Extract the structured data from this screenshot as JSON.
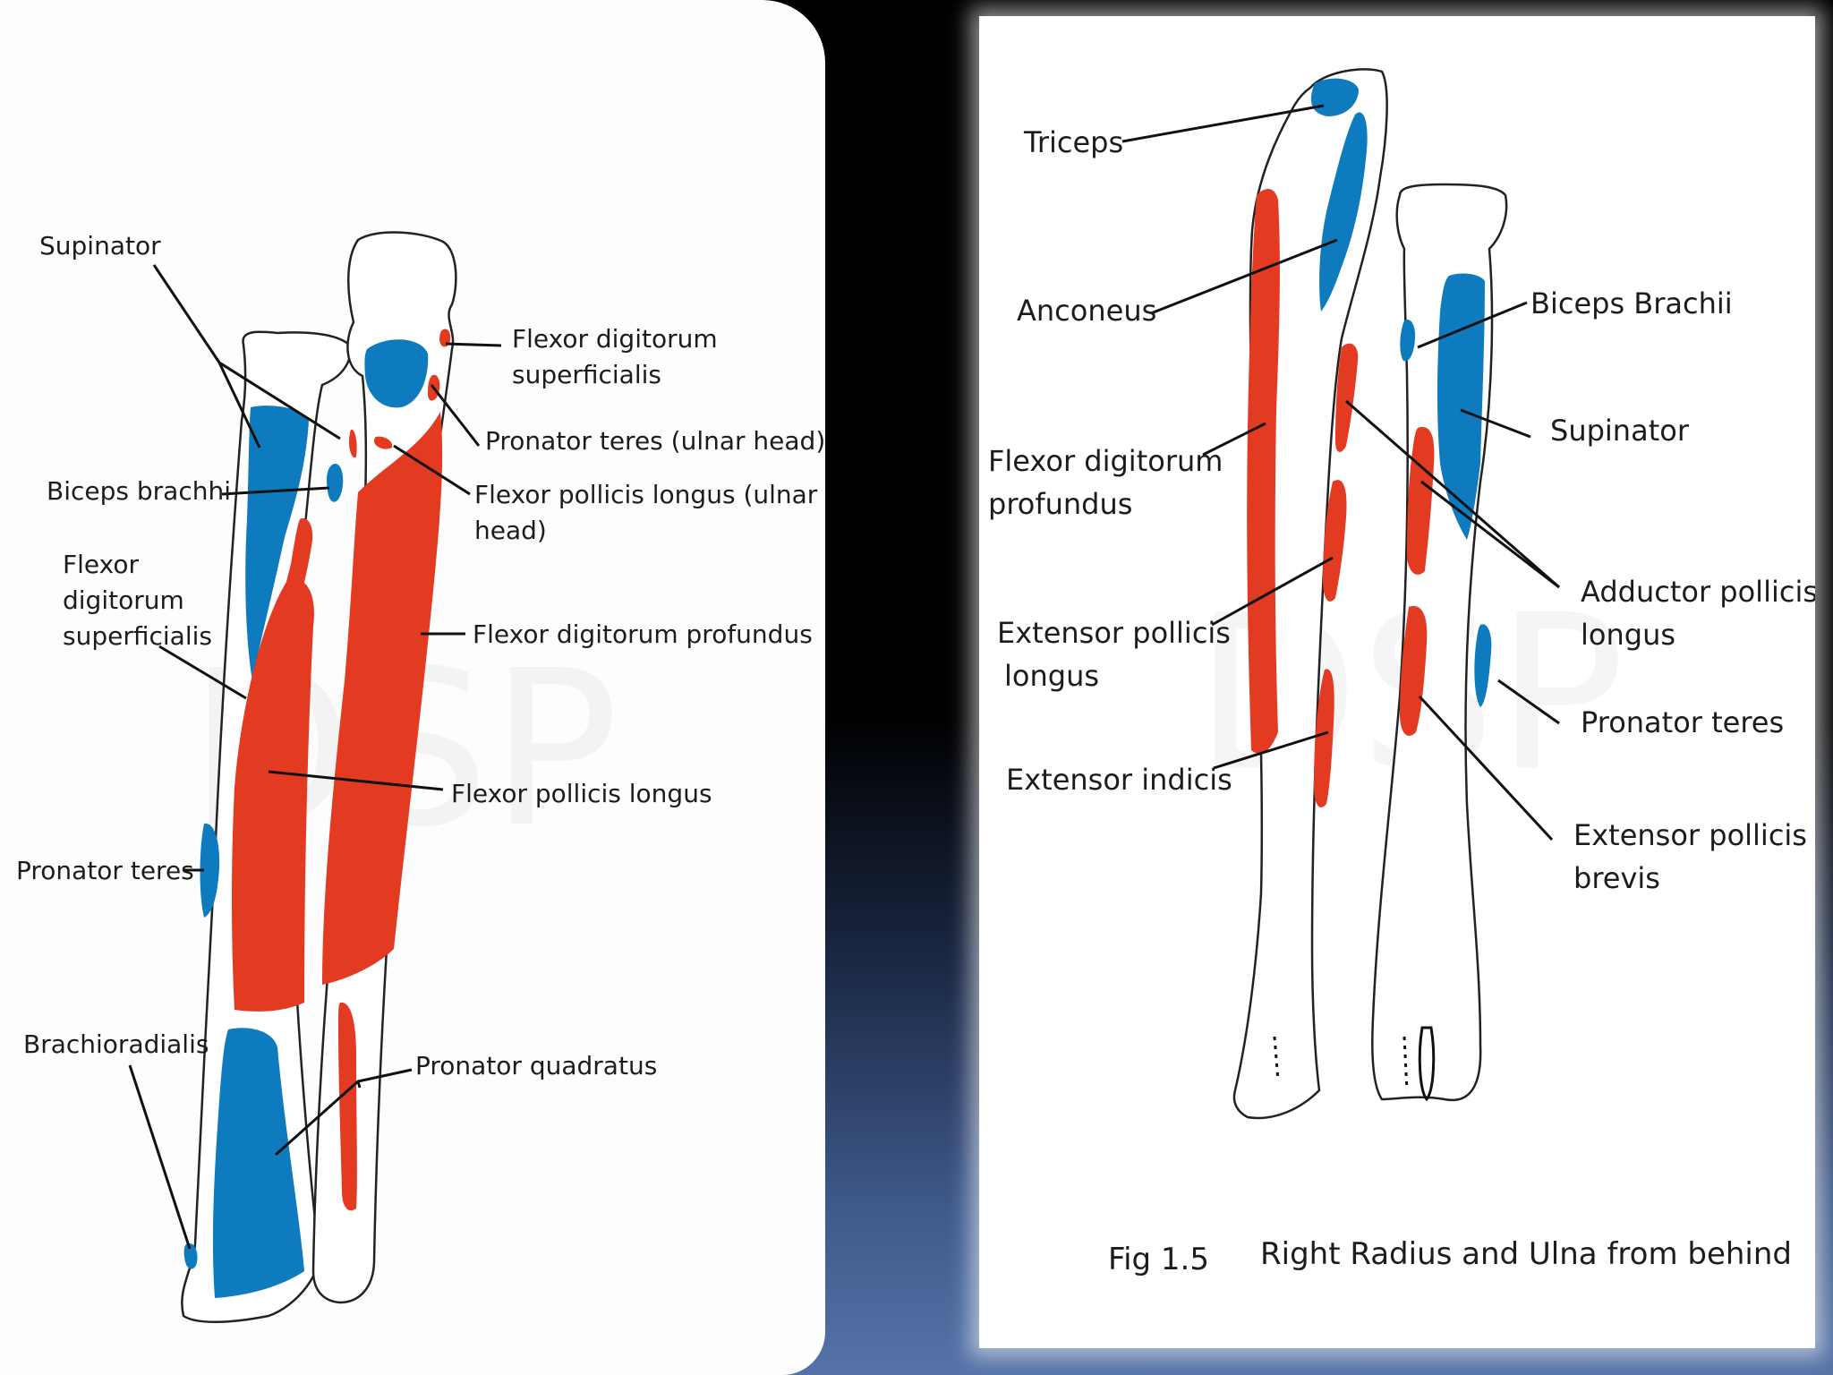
{
  "colors": {
    "muscle_origin": "#e33a22",
    "muscle_insertion": "#0d7bbd",
    "background": "#000000"
  },
  "left_figure": {
    "watermark": "DSP",
    "labels": {
      "supinator": "Supinator",
      "flexor_dig_sup_top_1": "Flexor digitorum",
      "flexor_dig_sup_top_2": "superficialis",
      "pronator_teres_ulnar": "Pronator teres (ulnar head)",
      "biceps_brachhi": "Biceps brachhi",
      "fpl_ulnar_1": "Flexor pollicis longus (ulnar",
      "fpl_ulnar_2": "head)",
      "fds_left_1": "Flexor",
      "fds_left_2": "digitorum",
      "fds_left_3": "superficialis",
      "fdp": "Flexor digitorum profundus",
      "fpl": "Flexor pollicis longus",
      "pronator_teres": "Pronator teres",
      "brachioradialis": "Brachioradialis",
      "pronator_quadratus": "Pronator quadratus"
    }
  },
  "right_figure": {
    "watermark": "DSP",
    "labels": {
      "triceps": "Triceps",
      "anconeus": "Anconeus",
      "fdp_1": "Flexor digitorum",
      "fdp_2": "profundus",
      "epl_1": "Extensor pollicis",
      "epl_2": "longus",
      "extensor_indicis": "Extensor indicis",
      "biceps_brachii": "Biceps Brachii",
      "supinator": "Supinator",
      "apl_1": "Adductor pollicis",
      "apl_2": "longus",
      "pronator_teres": "Pronator teres",
      "epb_1": "Extensor pollicis",
      "epb_2": "brevis"
    },
    "caption_fig": "Fig 1.5",
    "caption_title": "Right Radius and Ulna from behind"
  }
}
